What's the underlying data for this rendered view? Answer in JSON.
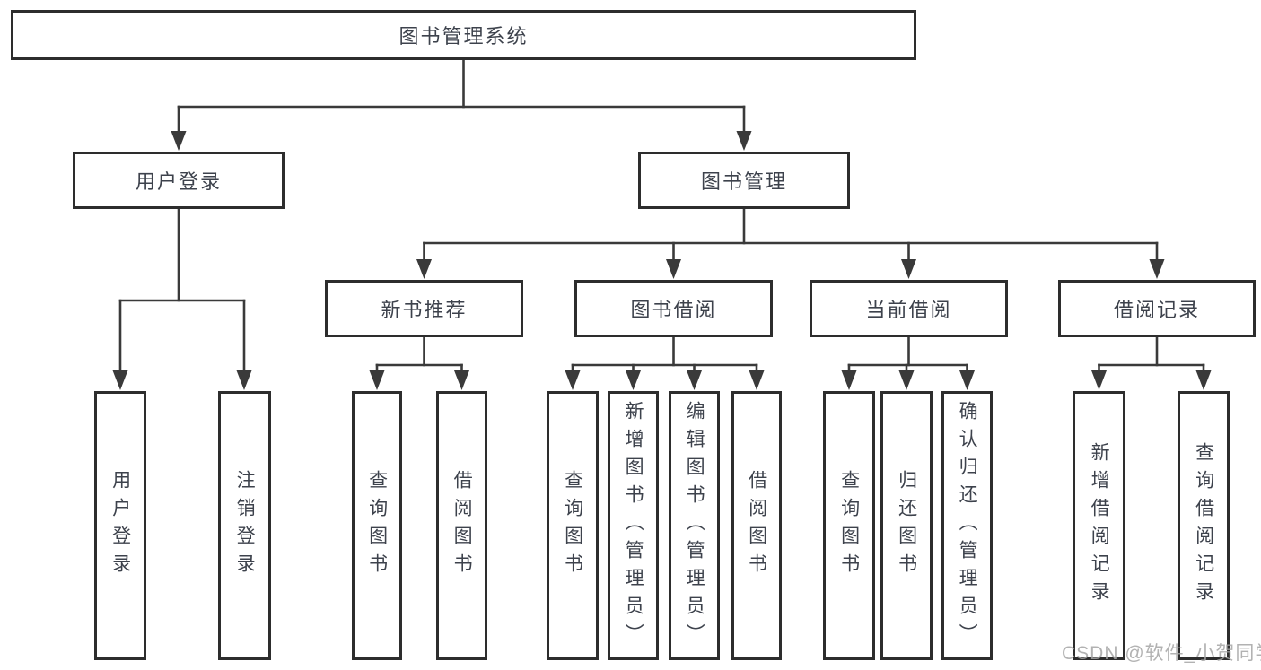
{
  "nodes": {
    "root": "图书管理系统",
    "user_login": "用户登录",
    "book_mgmt": "图书管理",
    "new_books": "新书推荐",
    "book_borrow": "图书借阅",
    "current_borrow": "当前借阅",
    "borrow_records": "借阅记录",
    "leaves": {
      "user_login_leaf": "用户登录",
      "logout": "注销登录",
      "query_book_a": "查询图书",
      "borrow_book_a": "借阅图书",
      "query_book_b": "查询图书",
      "add_book": "新增图书（管理员）",
      "edit_book": "编辑图书（管理员）",
      "borrow_book_b": "借阅图书",
      "query_book_c": "查询图书",
      "return_book": "归还图书",
      "confirm_return": "确认归还（管理员）",
      "add_record": "新增借阅记录",
      "query_record": "查询借阅记录"
    }
  },
  "watermark": "CSDN @软件_小贺同学",
  "colors": {
    "line": "#3a3a3a",
    "border": "#2d2d2d",
    "text": "#3d424c",
    "watermark": "#a5a5a5",
    "background": "#ffffff"
  }
}
